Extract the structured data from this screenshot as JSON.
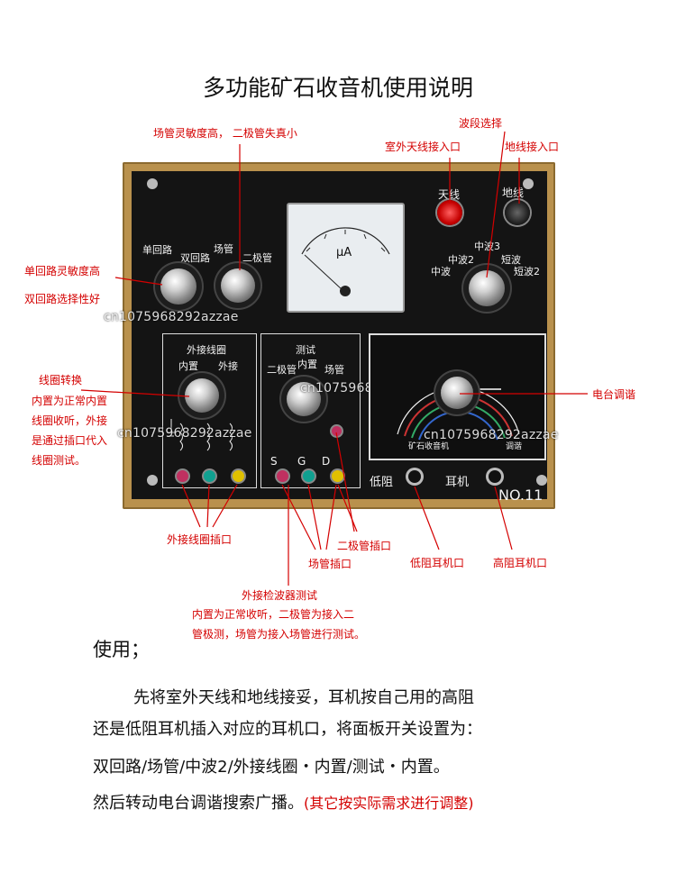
{
  "title": "多功能矿石收音机使用说明",
  "callouts": {
    "sensitivity": "场管灵敏度高， 二极管失真小",
    "band_select": "波段选择",
    "outdoor_antenna": "室外天线接入口",
    "ground": "地线接入口",
    "single_loop": "单回路灵敏度高",
    "dual_loop": "双回路选择性好",
    "coil_switch": "线圈转换",
    "coil_desc": [
      "内置为正常内置",
      "线圈收听，外接",
      "是通过插口代入",
      "线圈测试。"
    ],
    "tuning": "电台调谐",
    "ext_coil_jack": "外接线圈插口",
    "diode_jack": "二极管插口",
    "fet_jack": "场管插口",
    "low_imp_jack": "低阻耳机口",
    "high_imp_jack": "高阻耳机口",
    "ext_detector": "外接检波器测试",
    "ext_detector_desc": [
      "内置为正常收听，二极管为接入二",
      "管极测，场管为接入场管进行测试。"
    ]
  },
  "panel": {
    "single_loop": "单回路",
    "dual_loop": "双回路",
    "fet": "场管",
    "diode": "二极管",
    "antenna": "天线",
    "ground": "地线",
    "mw3": "中波3",
    "mw2": "中波2",
    "sw": "短波",
    "mw": "中波",
    "sw2": "短波2",
    "meter_unit": "μA",
    "ext_coil_title": "外接线圈",
    "internal": "内置",
    "external": "外接",
    "test_title": "测试",
    "test_diode": "二极管",
    "test_internal": "内置",
    "test_fet": "场管",
    "s": "S",
    "g": "G",
    "d": "D",
    "low_imp": "低阻",
    "earphone": "耳机",
    "model": "NO.11",
    "dial_brand": "矿石收音机",
    "dial_tune": "调谐",
    "watermark": "cn1075968292azzae"
  },
  "usage": {
    "heading": "使用；",
    "line1": "先将室外天线和地线接妥，耳机按自己用的高阻",
    "line2": "还是低阻耳机插入对应的耳机口，将面板开关设置为：",
    "line3": "双回路/场管/中波2/外接线圈・内置/测试・内置。",
    "line4": "然后转动电台调谐搜索广播。",
    "line4_note": "(其它按实际需求进行调整)"
  },
  "colors": {
    "callout": "#d40000",
    "frame": "#b9914d",
    "panel": "#141414"
  }
}
